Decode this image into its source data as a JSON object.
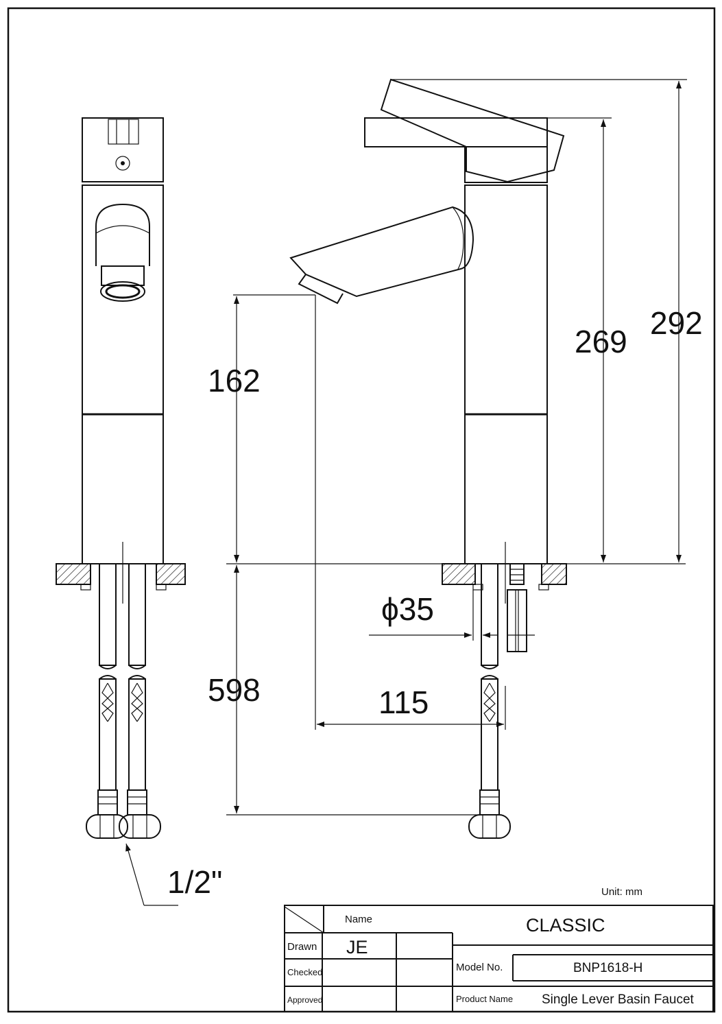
{
  "dimensions": {
    "spout_height": "162",
    "body_height": "269",
    "total_height": "292",
    "hose_length": "598",
    "spout_reach": "115",
    "shank_diameter": "ϕ35",
    "connection_size": "1/2\""
  },
  "unit_note": "Unit: mm",
  "title_block": {
    "name_header": "Name",
    "series": "CLASSIC",
    "drawn_label": "Drawn",
    "drawn_by": "JE",
    "checked_label": "Checked",
    "approved_label": "Approved",
    "model_label": "Model No.",
    "model_value": "BNP1618-H",
    "product_label": "Product Name",
    "product_value": "Single Lever Basin Faucet"
  }
}
